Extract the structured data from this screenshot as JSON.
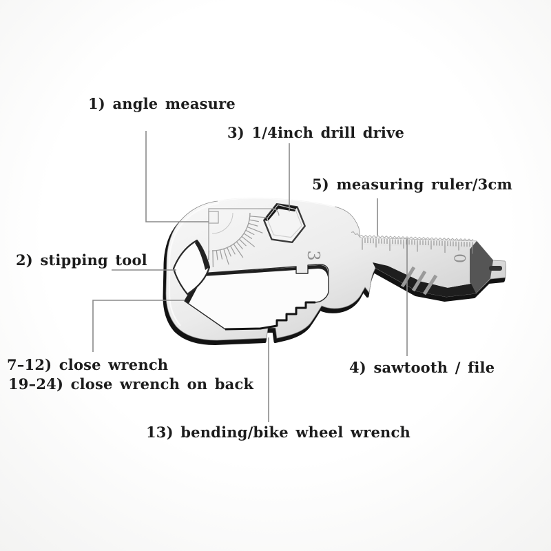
{
  "figure": {
    "type": "annotated-product-diagram"
  },
  "callouts": [
    {
      "id": "angle-measure",
      "text": "1) angle measure"
    },
    {
      "id": "stripping-tool",
      "text": "2) stipping tool"
    },
    {
      "id": "drill-drive",
      "text": "3) 1/4inch drill drive"
    },
    {
      "id": "sawtooth-file",
      "text": "4) sawtooth / file"
    },
    {
      "id": "measuring-ruler",
      "text": "5) measuring ruler/3cm"
    },
    {
      "id": "close-wrench",
      "text": "7–12) close wrench"
    },
    {
      "id": "close-wrench-back",
      "text": "19–24) close wrench on back"
    },
    {
      "id": "bike-wheel-wrench",
      "text": "13) bending/bike wheel wrench"
    }
  ],
  "engravings": {
    "ruler_mark_3": "3",
    "ruler_mark_0": "0"
  },
  "colors": {
    "label_text": "#1c1c1c",
    "callout_line": "#8a8a8a",
    "metal_light": "#f7f7f7",
    "metal_mid": "#d9d9d9",
    "metal_dark": "#bdbdbd",
    "edge_black": "#131313",
    "facet_dark": "#4a4a4a",
    "engraving": "#9c9c9c"
  }
}
